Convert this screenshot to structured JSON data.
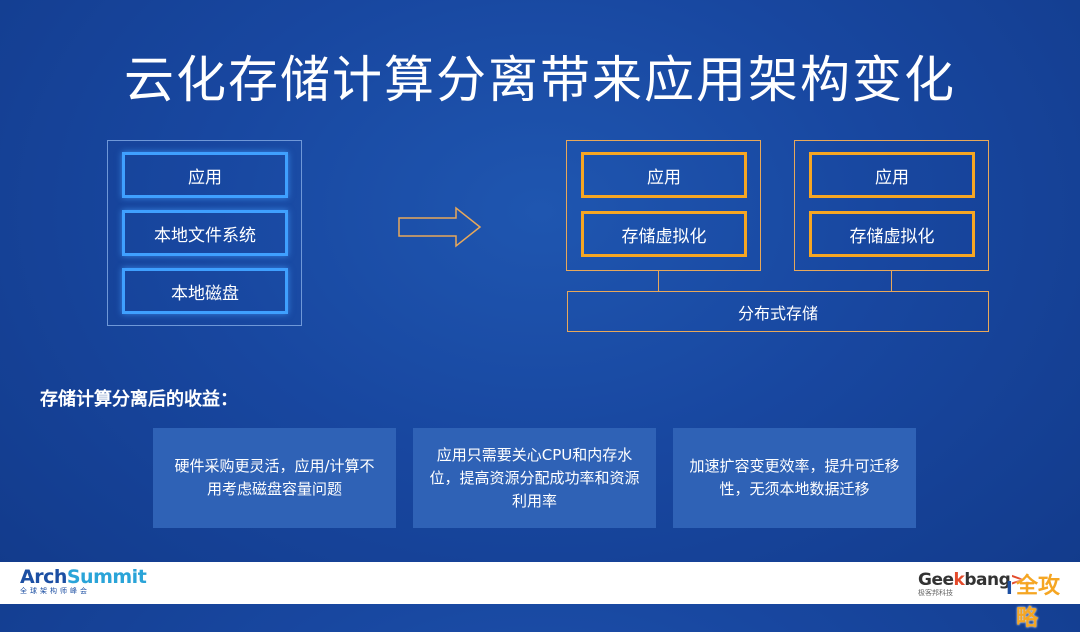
{
  "title": "云化存储计算分离带来应用架构变化",
  "left_stack": {
    "items": [
      "应用",
      "本地文件系统",
      "本地磁盘"
    ]
  },
  "right_stacks": [
    {
      "app": "应用",
      "virtualization": "存储虚拟化"
    },
    {
      "app": "应用",
      "virtualization": "存储虚拟化"
    }
  ],
  "distributed_storage": "分布式存储",
  "benefits": {
    "heading": "存储计算分离后的收益：",
    "cards": [
      "硬件采购更灵活，应用/计算不用考虑磁盘容量问题",
      "应用只需要关心CPU和内存水位，提高资源分配成功率和资源利用率",
      "加速扩容变更效率，提升可迁移性，无须本地数据迁移"
    ]
  },
  "footer": {
    "left_logo": {
      "part1": "Arch",
      "part2": "Summit",
      "sub": "全球架构师峰会"
    },
    "right_logo": {
      "part1": "Gee",
      "part2": "k",
      "part3": "bang",
      "suffix": ">.",
      "sub": "极客邦科技",
      "bars": "I"
    },
    "watermark": "全攻略"
  },
  "colors": {
    "background": "#1847a0",
    "left_box_border": "#3fa0ff",
    "right_box_border": "#f6a623",
    "card_background": "#2f62b6"
  }
}
